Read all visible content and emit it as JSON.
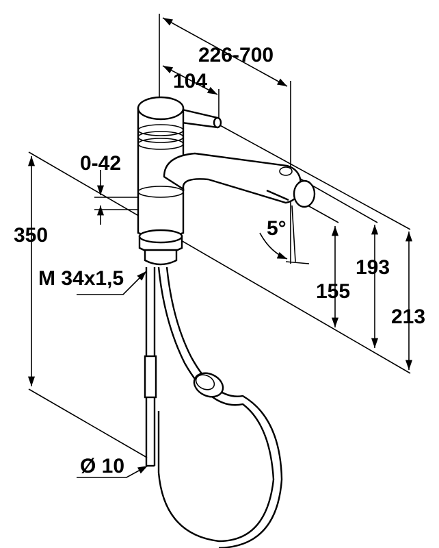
{
  "dimensions": {
    "reach_range": "226-700",
    "lever_offset": "104",
    "deck_thickness": "0-42",
    "total_height": "350",
    "thread": "M 34x1,5",
    "spout_angle": "5°",
    "outlet_height": "155",
    "spout_height": "193",
    "top_height": "213",
    "hose_diameter": "Ø 10"
  }
}
